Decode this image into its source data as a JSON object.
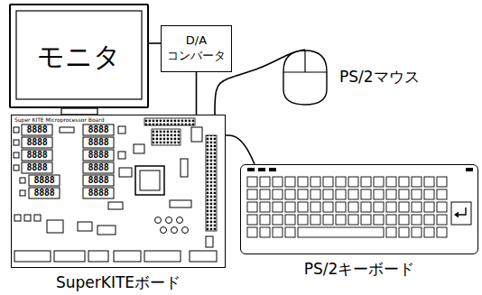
{
  "diagram": {
    "nodes": [
      {
        "text": [
          "モニタ"
        ]
      },
      {
        "text": [
          "D/A コンバータ"
        ]
      },
      {
        "text": [
          "PS/2マウス"
        ]
      },
      {
        "text": [
          "SuperKITEボード"
        ]
      },
      {
        "text": [
          "PS/2キーボード"
        ]
      }
    ],
    "edges": [
      {
        "from": 0,
        "to": 1,
        "arrow": "none"
      },
      {
        "from": 1,
        "to": 3,
        "arrow": "none"
      },
      {
        "from": 3,
        "to": 2,
        "arrow": "none"
      },
      {
        "from": 3,
        "to": 4,
        "arrow": "none"
      }
    ],
    "labels": [
      "Super KITE Microprocessor Board",
      "8888",
      "8888",
      "8888",
      "8888",
      "8888",
      "8888",
      "8888",
      "8888",
      "8888",
      "8888",
      "8888",
      "8888"
    ]
  }
}
